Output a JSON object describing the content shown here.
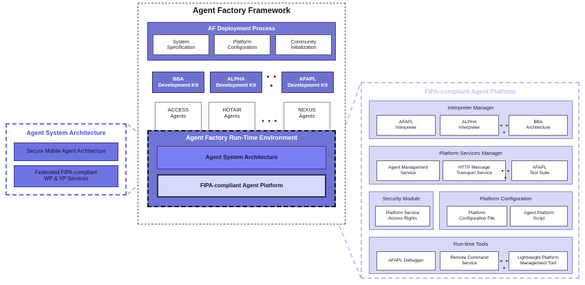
{
  "diagram": {
    "title": "Agent Factory Framework architecture"
  },
  "center": {
    "frame_title": "Agent Factory Framework",
    "deployment": {
      "title": "AF Deployment Process",
      "cells": [
        "System\nSpecification",
        "Platform\nConfiguration",
        "Community\nInitialization"
      ]
    },
    "development_kits": [
      "BBA\nDevelopment Kit",
      "ALPHA\nDevelopment Kit",
      "AFAPL\nDevelopment Kit"
    ],
    "development_kits_ellipsis": "• • •",
    "agent_boxes": [
      "ACCESS\nAgents",
      "HOTAIR\nAgents",
      "NEXUS\nAgents"
    ],
    "agent_boxes_ellipsis": "• • •",
    "runtime": {
      "title": "Agent Factory Run-Time Environment",
      "agent_system_architecture": "Agent System Architecture",
      "fipa_agent_platform": "FIPA-compliant Agent Platform"
    }
  },
  "left_panel": {
    "title": "Agent System Architecture",
    "items": [
      "Secure Mobile Agent Architecture",
      "Federated FIPA-compliant\nWP & YP Services"
    ]
  },
  "right_panel": {
    "title": "FIPA-compliant Agent Platform",
    "groups": [
      {
        "name": "Interpreter Manager",
        "items": [
          "AFAPL\nInterpreter",
          "ALPHA\nInterpreter",
          "BBA\nArchitecture"
        ],
        "ellipsis": "• • •"
      },
      {
        "name": "Platform Services Manager",
        "items": [
          "Agent Management\nService",
          "HTTP Message\nTransport Service",
          "AFAPL\nTest Suite"
        ],
        "ellipsis": "• • •"
      },
      {
        "name": "Security Module",
        "items": [
          "Platform Service\nAccess Rights"
        ],
        "ellipsis": ""
      },
      {
        "name": "Platform Configuration",
        "items": [
          "Platform\nConfiguration File",
          "Agent Platform\nScript"
        ],
        "ellipsis": ""
      },
      {
        "name": "Run-time Tools",
        "items": [
          "AFAPL Debugger",
          "Remote Command\nService",
          "Lightweight Platform\nManagement Tool"
        ],
        "ellipsis": "• • •"
      }
    ]
  },
  "colors": {
    "deep_blue": "#6f73d4",
    "bright_blue": "#7b7ef3",
    "pale_lavender": "#d6d8f7",
    "group_fill": "#d7d9f6",
    "left_accent": "#4b4fd0",
    "right_accent": "#c3c6ef"
  }
}
